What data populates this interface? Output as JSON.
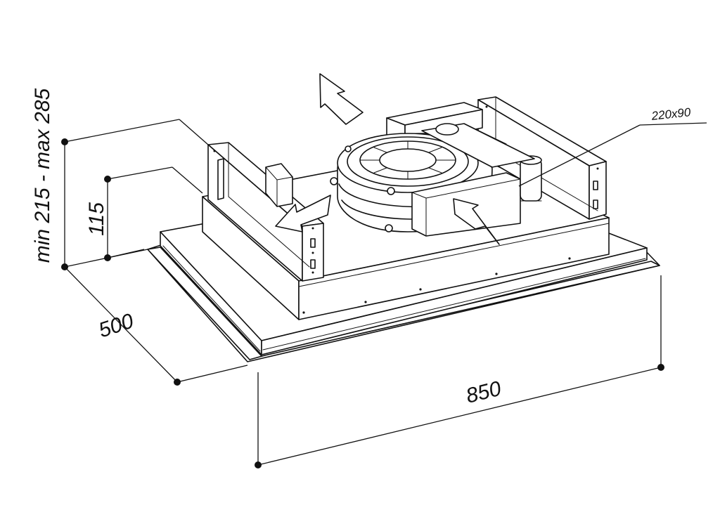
{
  "dimensions": {
    "height_range": "min 215 - max 285",
    "motor_height": "115",
    "depth": "500",
    "width": "850",
    "duct": "220x90"
  },
  "colors": {
    "line": "#111111",
    "background": "#ffffff"
  }
}
